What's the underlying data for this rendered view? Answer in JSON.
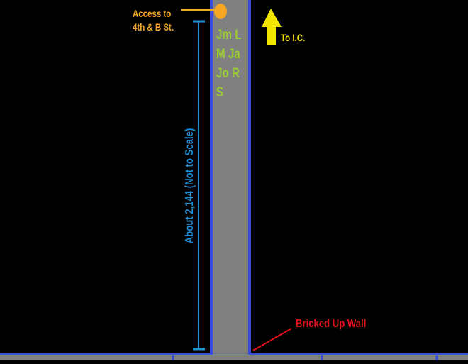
{
  "labels": {
    "access": [
      "Access to",
      "4th & B St."
    ],
    "to_ic": "To I.C.",
    "bricked_wall": "Bricked Up Wall",
    "distance": "About 2,144 (Not to Scale)"
  },
  "names": [
    "Jm L",
    "M Ja",
    "Jo R",
    "S"
  ],
  "colors": {
    "background": "#000000",
    "tunnel_fill": "#808080",
    "tunnel_border": "#3a4fd6",
    "access_point": "#f5a623",
    "arrow": "#f2e600",
    "measure": "#1e8fd6",
    "names": "#9acd32",
    "wall_label": "#e8101a"
  }
}
